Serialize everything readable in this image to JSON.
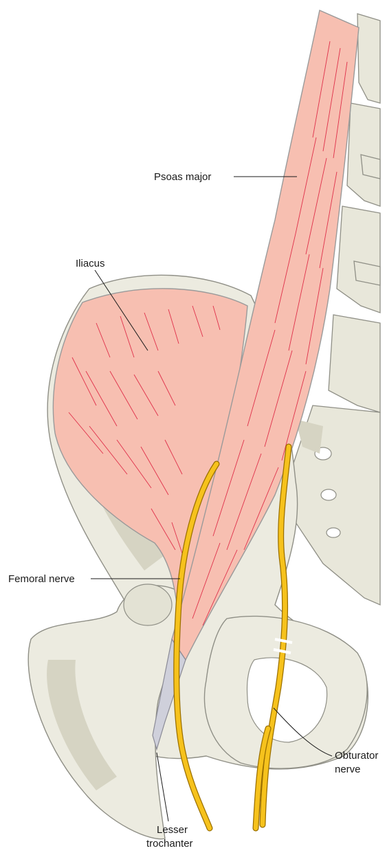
{
  "labels": {
    "psoas_major": "Psoas major",
    "iliacus": "Iliacus",
    "femoral_nerve": "Femoral nerve",
    "obturator_nerve_line1": "Obturator",
    "obturator_nerve_line2": "nerve",
    "lesser_trochanter_line1": "Lesser",
    "lesser_trochanter_line2": "trochanter"
  },
  "colors": {
    "muscle": "#f7bfb1",
    "muscle_fibers": "#e0304a",
    "nerve": "#f6c21c",
    "bone": "#ecebe0",
    "tendon": "#cfd0db"
  }
}
